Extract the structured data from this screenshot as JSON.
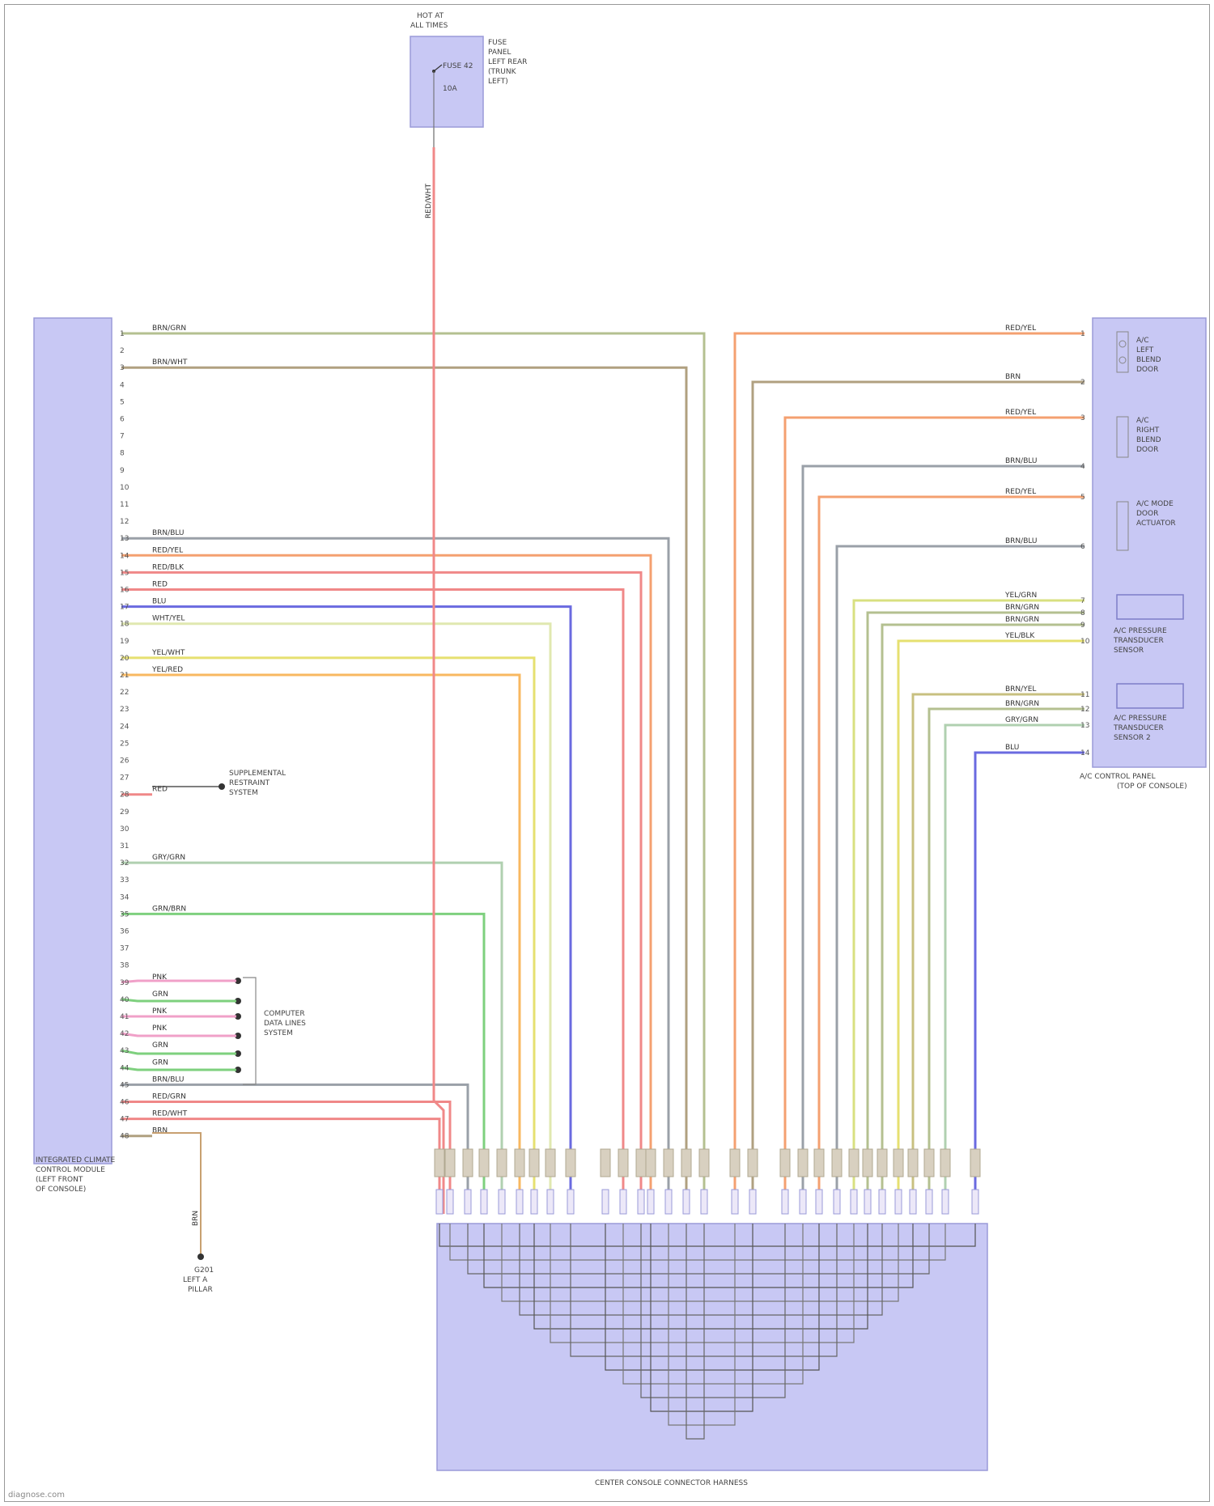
{
  "diagram": {
    "fuse_box": {
      "hot_label": [
        "HOT AT",
        "ALL TIMES"
      ],
      "side_label": [
        "FUSE",
        "PANEL",
        "LEFT REAR",
        "(TRUNK",
        "LEFT)"
      ],
      "fuse_label": "FUSE 42",
      "amp_label": "10A"
    },
    "module_left": {
      "label": [
        "INTEGRATED CLIMATE",
        "CONTROL MODULE",
        "(LEFT FRONT",
        "OF CONSOLE)"
      ]
    },
    "module_right": {
      "label": [
        "A/C CONTROL PANEL",
        "(TOP OF CONSOLE)"
      ],
      "sub_components": [
        [
          "A/C",
          "LEFT",
          "BLEND",
          "DOOR"
        ],
        [
          "A/C",
          "RIGHT",
          "BLEND",
          "DOOR"
        ],
        [
          "A/C MODE",
          "DOOR",
          "ACTUATOR"
        ],
        [
          "A/C PRESSURE",
          "TRANSDUCER",
          "SENSOR"
        ],
        [
          "A/C PRESSURE",
          "TRANSDUCER",
          "SENSOR 2"
        ]
      ]
    },
    "bottom_box": {
      "label": "CENTER CONSOLE CONNECTOR HARNESS"
    },
    "ground": {
      "label": [
        "G201",
        "LEFT A",
        "PILLAR"
      ]
    },
    "ground_wire_label": "BRN",
    "fuse_wire_label": "RED/WHT",
    "supplemental_label": [
      "SUPPLEMENTAL",
      "RESTRAINT",
      "SYSTEM"
    ],
    "computer_label": [
      "COMPUTER",
      "DATA LINES",
      "SYSTEM"
    ],
    "left_wires": [
      {
        "pin": "1",
        "label": "BRN/GRN"
      },
      {
        "pin": "3",
        "label": "BRN/WHT"
      },
      {
        "pin": "13",
        "label": "BRN/BLU"
      },
      {
        "pin": "14",
        "label": "RED/YEL"
      },
      {
        "pin": "15",
        "label": "RED/BLK"
      },
      {
        "pin": "16",
        "label": "RED"
      },
      {
        "pin": "17",
        "label": "BLU"
      },
      {
        "pin": "18",
        "label": "WHT/YEL"
      },
      {
        "pin": "20",
        "label": "YEL/WHT"
      },
      {
        "pin": "21",
        "label": "YEL/RED"
      },
      {
        "pin": "28",
        "label": "RED"
      },
      {
        "pin": "32",
        "label": "GRY/GRN"
      },
      {
        "pin": "35",
        "label": "GRN/BRN"
      },
      {
        "pin": "39",
        "label": "PNK"
      },
      {
        "pin": "40",
        "label": "GRN"
      },
      {
        "pin": "41",
        "label": "PNK"
      },
      {
        "pin": "42",
        "label": "PNK"
      },
      {
        "pin": "43",
        "label": "GRN"
      },
      {
        "pin": "44",
        "label": "GRN"
      },
      {
        "pin": "45",
        "label": "BRN/BLU"
      },
      {
        "pin": "46",
        "label": "RED/GRN"
      },
      {
        "pin": "47",
        "label": "RED/WHT"
      },
      {
        "pin": "48",
        "label": "BRN"
      }
    ],
    "right_wires": [
      {
        "pin": "1",
        "label": "RED/YEL"
      },
      {
        "pin": "2",
        "label": "BRN"
      },
      {
        "pin": "3",
        "label": "RED/YEL"
      },
      {
        "pin": "4",
        "label": "BRN/BLU"
      },
      {
        "pin": "5",
        "label": "RED/YEL"
      },
      {
        "pin": "6",
        "label": "BRN/BLU"
      },
      {
        "pin": "7",
        "label": "YEL/GRN"
      },
      {
        "pin": "8",
        "label": "BRN/GRN"
      },
      {
        "pin": "9",
        "label": "BRN/GRN"
      },
      {
        "pin": "10",
        "label": "YEL/BLK"
      },
      {
        "pin": "11",
        "label": "BRN/YEL"
      },
      {
        "pin": "12",
        "label": "BRN/GRN"
      },
      {
        "pin": "13",
        "label": "GRY/GRN"
      },
      {
        "pin": "14",
        "label": "BLU"
      }
    ],
    "watermark": "diagnose.com"
  }
}
